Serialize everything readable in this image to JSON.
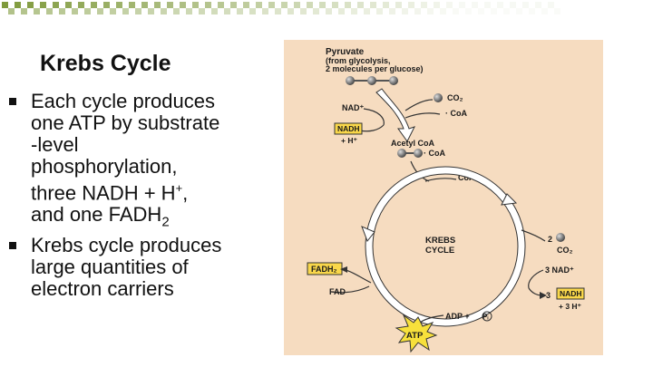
{
  "slide": {
    "title": "Krebs Cycle",
    "bullets": [
      {
        "lines": [
          "Each cycle produces",
          "one ATP by substrate",
          "-level",
          "phosphorylation,"
        ],
        "nadh_base": "three NADH + H",
        "nadh_sup": "+",
        "nadh_tail": ",",
        "fadh_base": "and one FADH",
        "fadh_sub": "2"
      },
      {
        "lines": [
          "Krebs cycle produces",
          "large quantities of",
          "electron carriers"
        ]
      }
    ]
  },
  "figure": {
    "pyruvate": "Pyruvate",
    "pyruvate_sub1": "(from glycolysis,",
    "pyruvate_sub2": "2 molecules per glucose)",
    "nad_plus": "NAD⁺",
    "co2": "CO₂",
    "coa_1": "· CoA",
    "nadh_box": "NADH",
    "h_plus": "+ H⁺",
    "acetyl_coa": "Acetyl CoA",
    "coa_2": "· CoA",
    "coa_3": "CoA",
    "krebs_1": "KREBS",
    "krebs_2": "CYCLE",
    "two": "2",
    "co2_2": "CO₂",
    "fadh2_box": "FADH₂",
    "three_nad": "3 NAD⁺",
    "fad": "FAD",
    "three": "3",
    "nadh_box_2": "NADH",
    "three_h": "+ 3 H⁺",
    "adp": "ADP +",
    "pi": "Pᵢ",
    "atp": "ATP"
  },
  "colors": {
    "panel_bg": "#f6dcc0",
    "box_fill": "#f9d74a",
    "arrow_fill": "#ffffff",
    "deco_green": "#7f9a3c",
    "atp_star": "#f7e03b"
  }
}
